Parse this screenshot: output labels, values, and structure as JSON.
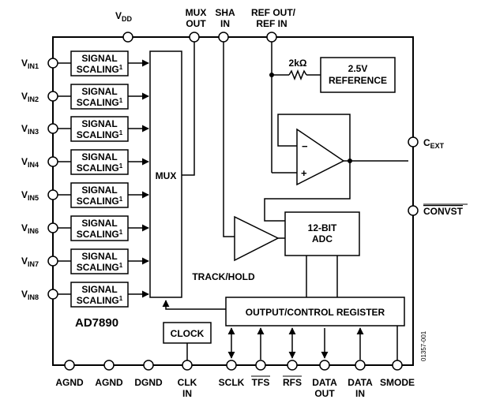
{
  "top_pins": {
    "vdd": {
      "main": "V",
      "sub": "DD"
    },
    "mux_out": [
      "MUX",
      "OUT"
    ],
    "sha_in": [
      "SHA",
      "IN"
    ],
    "ref": [
      "REF OUT/",
      "REF IN"
    ]
  },
  "inputs": [
    {
      "pin_main": "V",
      "pin_sub": "IN1",
      "block_line1": "SIGNAL",
      "block_line2": "SCALING",
      "block_sup": "1"
    },
    {
      "pin_main": "V",
      "pin_sub": "IN2",
      "block_line1": "SIGNAL",
      "block_line2": "SCALING",
      "block_sup": "1"
    },
    {
      "pin_main": "V",
      "pin_sub": "IN3",
      "block_line1": "SIGNAL",
      "block_line2": "SCALING",
      "block_sup": "1"
    },
    {
      "pin_main": "V",
      "pin_sub": "IN4",
      "block_line1": "SIGNAL",
      "block_line2": "SCALING",
      "block_sup": "1"
    },
    {
      "pin_main": "V",
      "pin_sub": "IN5",
      "block_line1": "SIGNAL",
      "block_line2": "SCALING",
      "block_sup": "1"
    },
    {
      "pin_main": "V",
      "pin_sub": "IN6",
      "block_line1": "SIGNAL",
      "block_line2": "SCALING",
      "block_sup": "1"
    },
    {
      "pin_main": "V",
      "pin_sub": "IN7",
      "block_line1": "SIGNAL",
      "block_line2": "SCALING",
      "block_sup": "1"
    },
    {
      "pin_main": "V",
      "pin_sub": "IN8",
      "block_line1": "SIGNAL",
      "block_line2": "SCALING",
      "block_sup": "1"
    }
  ],
  "mux_label": "MUX",
  "resistor_label": "2kΩ",
  "reference": [
    "2.5V",
    "REFERENCE"
  ],
  "opamp_minus": "−",
  "opamp_plus": "+",
  "right_pins": {
    "cext": {
      "main": "C",
      "sub": "EXT"
    },
    "convst": "CONVST"
  },
  "adc": [
    "12-BIT",
    "ADC"
  ],
  "track_hold": "TRACK/HOLD",
  "output_register": "OUTPUT/CONTROL REGISTER",
  "clock": "CLOCK",
  "part_number": "AD7890",
  "figure_id": "01357-001",
  "bottom_pins": [
    {
      "line1": "AGND",
      "line2": "",
      "overbar": false
    },
    {
      "line1": "AGND",
      "line2": "",
      "overbar": false
    },
    {
      "line1": "DGND",
      "line2": "",
      "overbar": false
    },
    {
      "line1": "CLK",
      "line2": "IN",
      "overbar": false
    },
    {
      "line1": "SCLK",
      "line2": "",
      "overbar": false
    },
    {
      "line1": "TFS",
      "line2": "",
      "overbar": true
    },
    {
      "line1": "RFS",
      "line2": "",
      "overbar": true
    },
    {
      "line1": "DATA",
      "line2": "OUT",
      "overbar": false
    },
    {
      "line1": "DATA",
      "line2": "IN",
      "overbar": false
    },
    {
      "line1": "SMODE",
      "line2": "",
      "overbar": false
    }
  ]
}
